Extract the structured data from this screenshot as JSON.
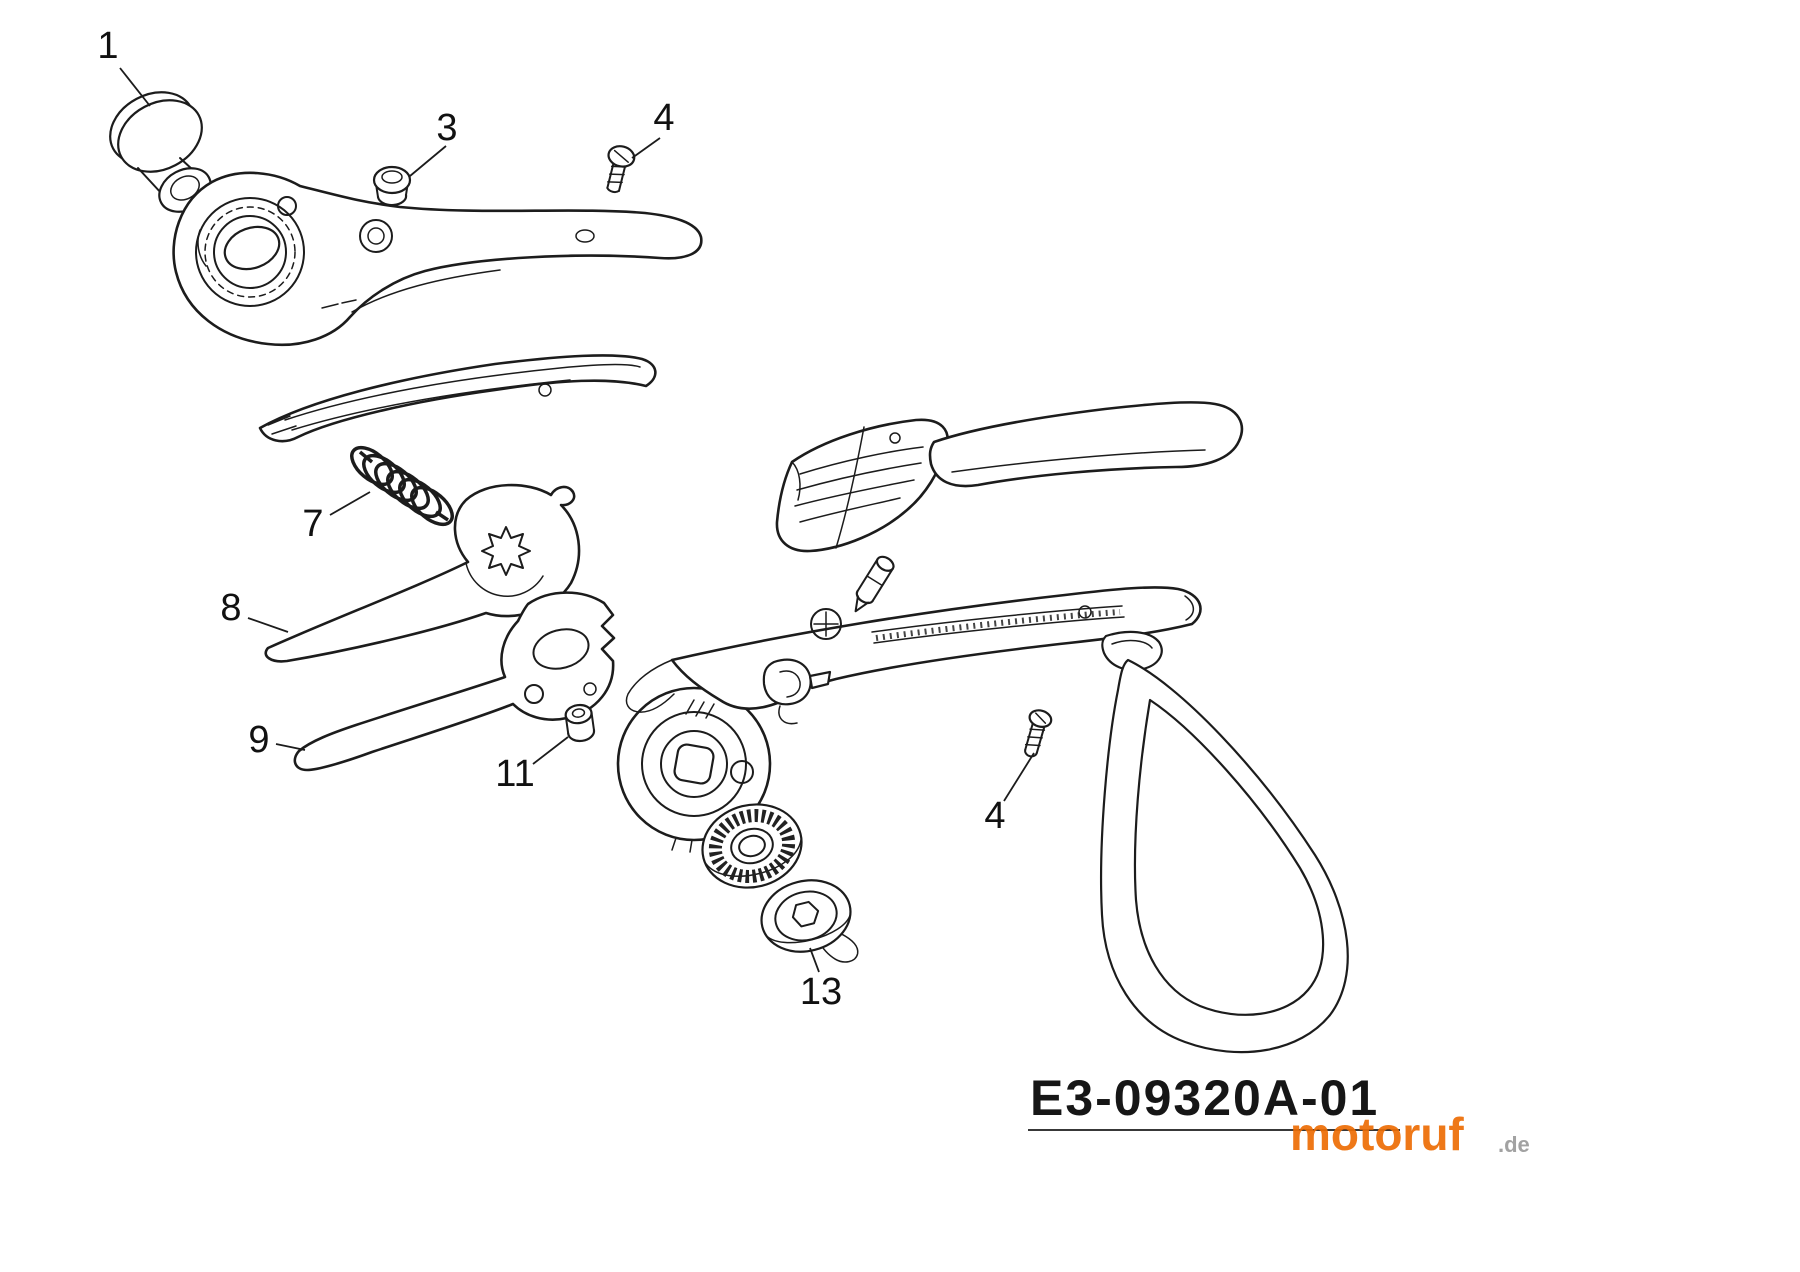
{
  "diagram": {
    "part_labels": [
      {
        "id": "1"
      },
      {
        "id": "3"
      },
      {
        "id": "4"
      },
      {
        "id": "7"
      },
      {
        "id": "8"
      },
      {
        "id": "9"
      },
      {
        "id": "11"
      },
      {
        "id": "4"
      },
      {
        "id": "13"
      }
    ],
    "code": "E3-09320A-01",
    "watermark": {
      "brand": "motoruf",
      "suffix": ".de",
      "brand_color": "#ed6d05",
      "suffix_color": "#9b9b9b"
    }
  },
  "colors": {
    "line": "#1c1c1c",
    "background": "#ffffff"
  }
}
